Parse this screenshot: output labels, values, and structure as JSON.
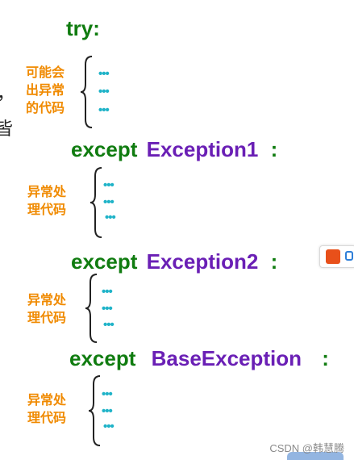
{
  "try": {
    "keyword": "try:"
  },
  "blocks": [
    {
      "lines": [
        "可能会",
        "出异常",
        "的代码"
      ]
    },
    {
      "keyword": "except",
      "exception": "Exception1",
      "colon": ":",
      "lines": [
        "异常处",
        "理代码"
      ]
    },
    {
      "keyword": "except",
      "exception": "Exception2",
      "colon": ":",
      "lines": [
        "异常处",
        "理代码"
      ]
    },
    {
      "keyword": "except",
      "exception": "BaseException",
      "colon": ":",
      "lines": [
        "异常处",
        "理代码"
      ]
    }
  ],
  "dots": "•••",
  "edge": {
    "chars": [
      "，",
      "皆"
    ]
  },
  "watermark": "CSDN @韩慧腾",
  "colors": {
    "keyword": "#107c10",
    "exception": "#6a1fb5",
    "label": "#f08a00",
    "dots": "#1fb3c8"
  }
}
